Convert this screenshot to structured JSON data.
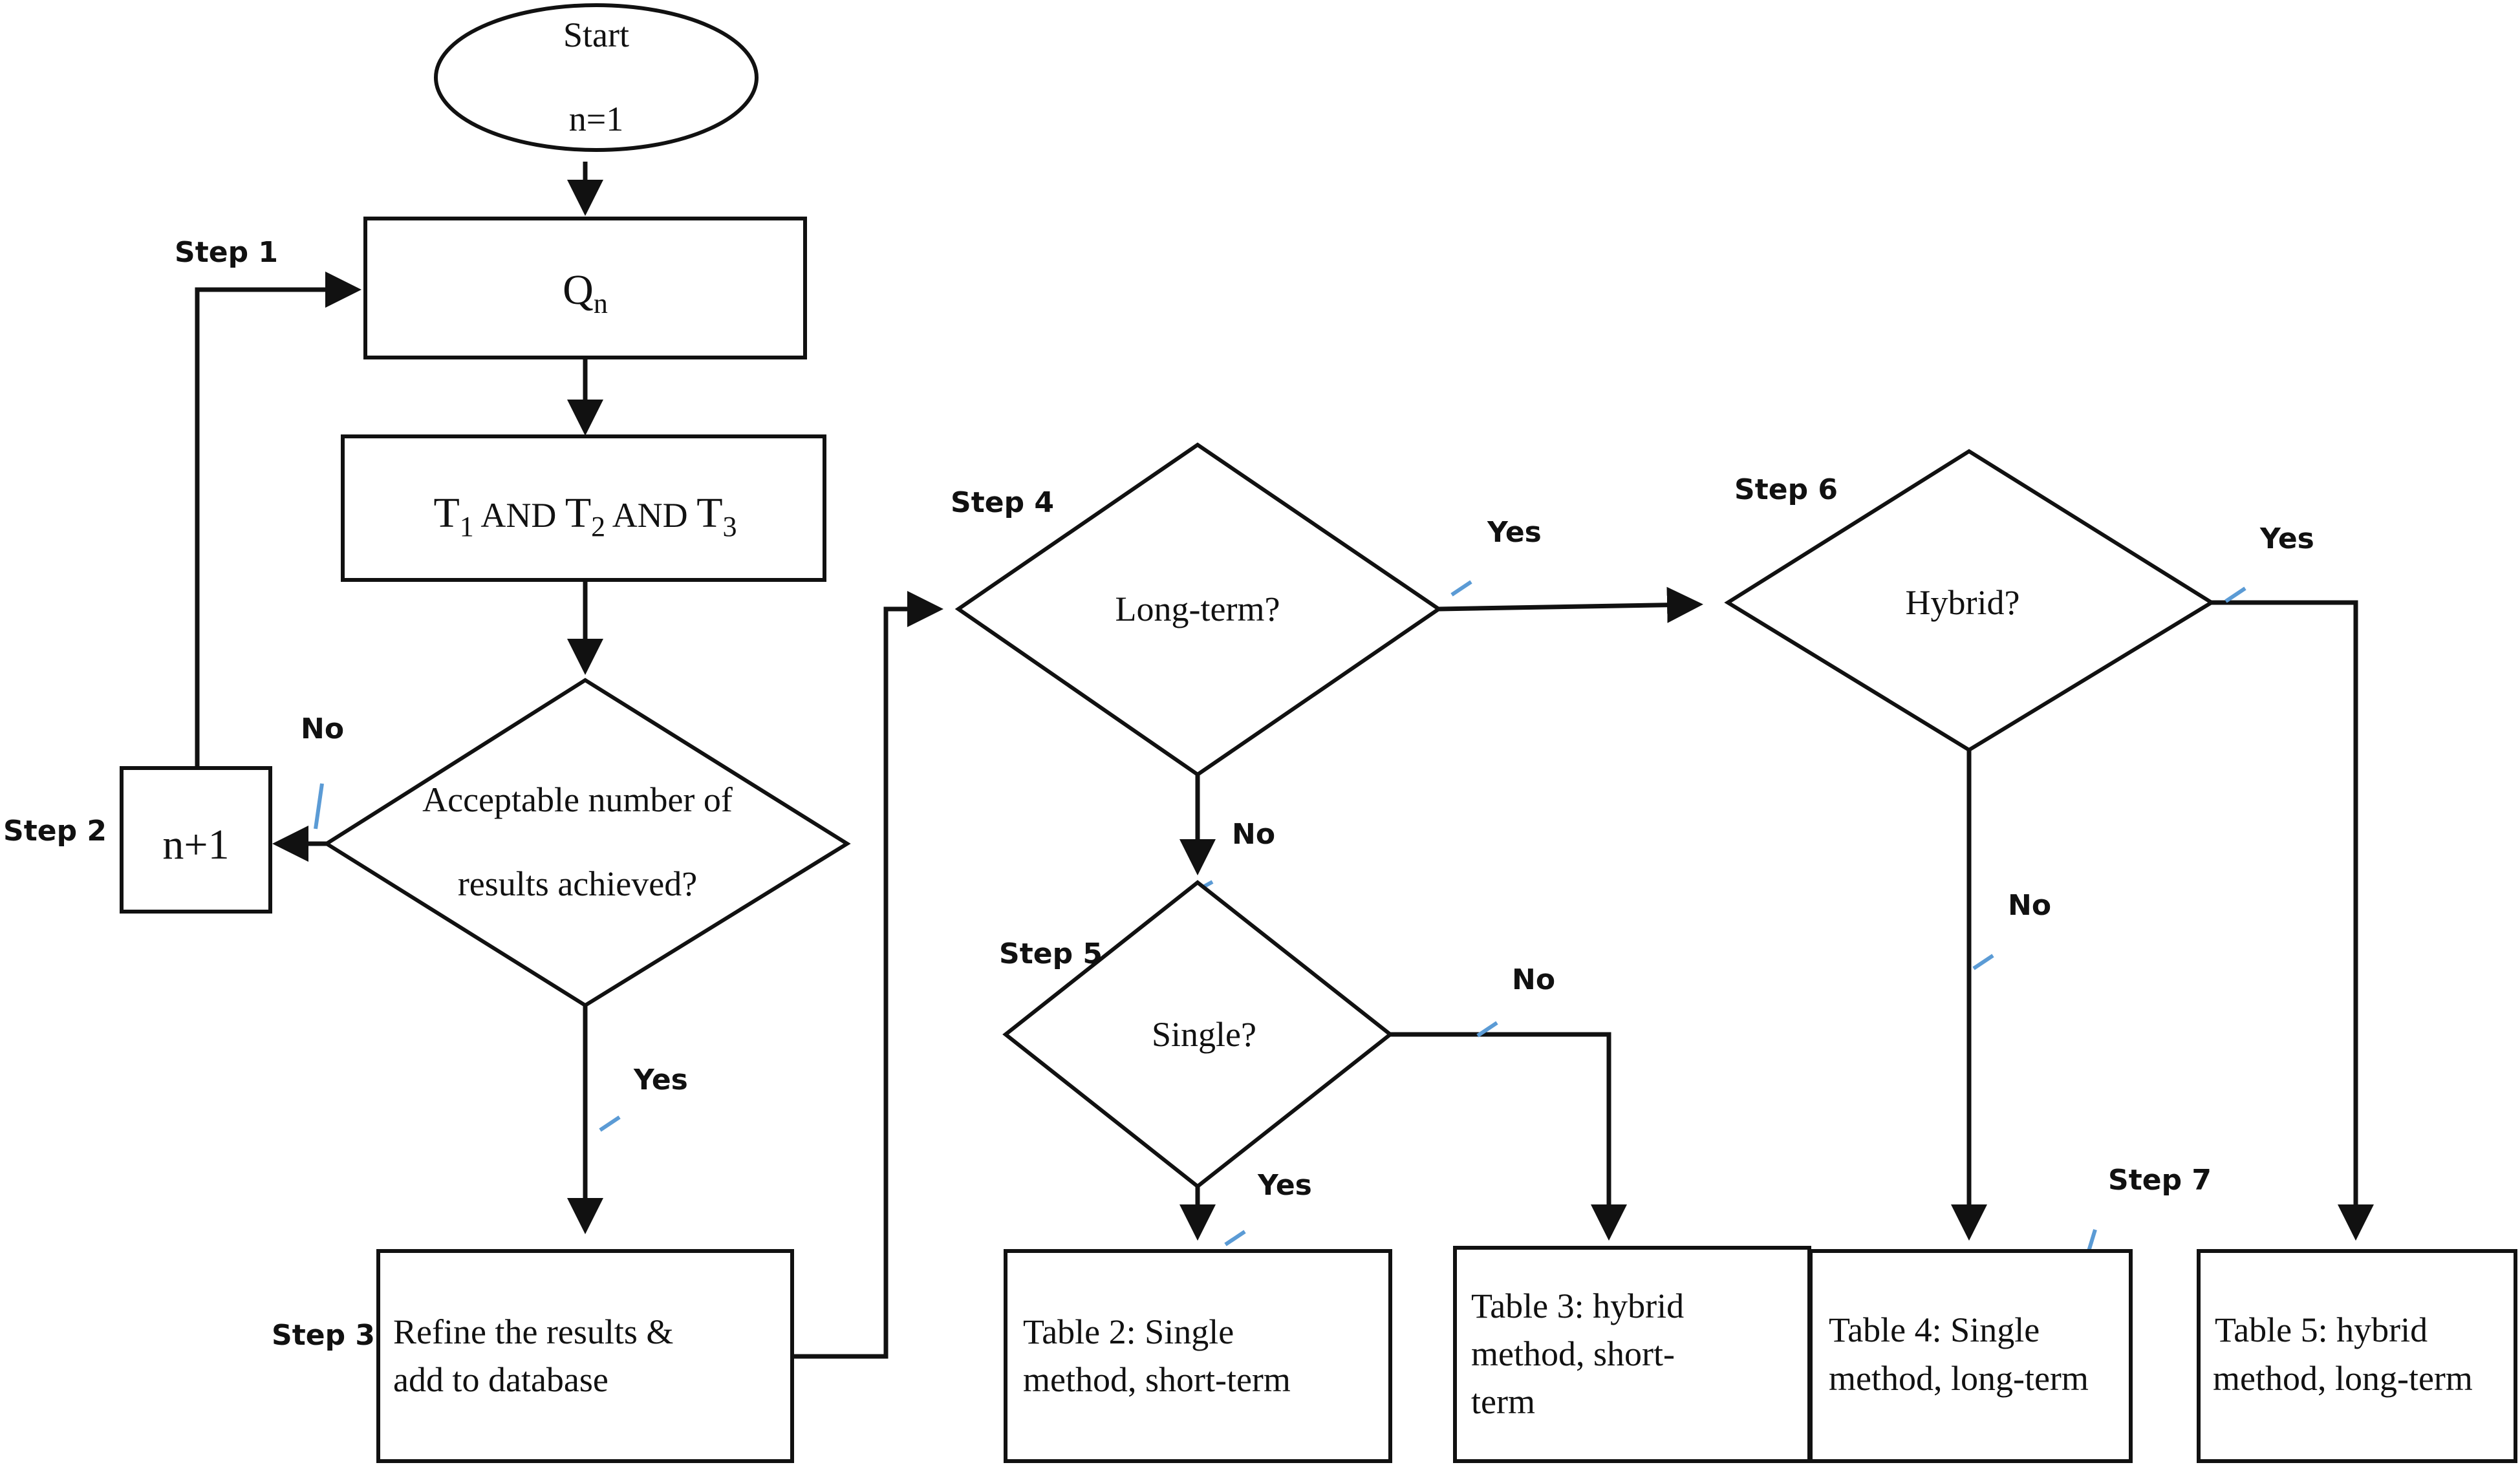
{
  "start": {
    "line1": "Start",
    "line2": "n=1"
  },
  "query": {
    "base": "Q",
    "sub": "n"
  },
  "terms": {
    "t": "T",
    "s1": "1",
    "s2": "2",
    "s3": "3",
    "and": "AND"
  },
  "acceptable": {
    "line1": "Acceptable number of",
    "line2": "results achieved?"
  },
  "increment": {
    "label": "n+1"
  },
  "refine": {
    "line1": "Refine the results  &",
    "line2": "add to database"
  },
  "long_term": {
    "label": "Long-term?"
  },
  "single": {
    "label": "Single?"
  },
  "hybrid": {
    "label": "Hybrid?"
  },
  "table2": {
    "line1": "Table 2: Single",
    "line2": "method, short-term"
  },
  "table3": {
    "line1": "Table 3: hybrid",
    "line2": "method, short-",
    "line3": "term"
  },
  "table4": {
    "line1": "Table 4: Single",
    "line2": "method, long-term"
  },
  "table5": {
    "line1": "Table 5: hybrid",
    "line2": "method, long-term"
  },
  "steps": {
    "s1": "Step 1",
    "s2": "Step 2",
    "s3": "Step 3",
    "s4": "Step 4",
    "s5": "Step 5",
    "s6": "Step 6",
    "s7": "Step 7"
  },
  "answers": {
    "yes": "Yes",
    "no": "No"
  },
  "colors": {
    "line": "#111111",
    "tick": "#5b9bd5",
    "background": "#ffffff"
  }
}
